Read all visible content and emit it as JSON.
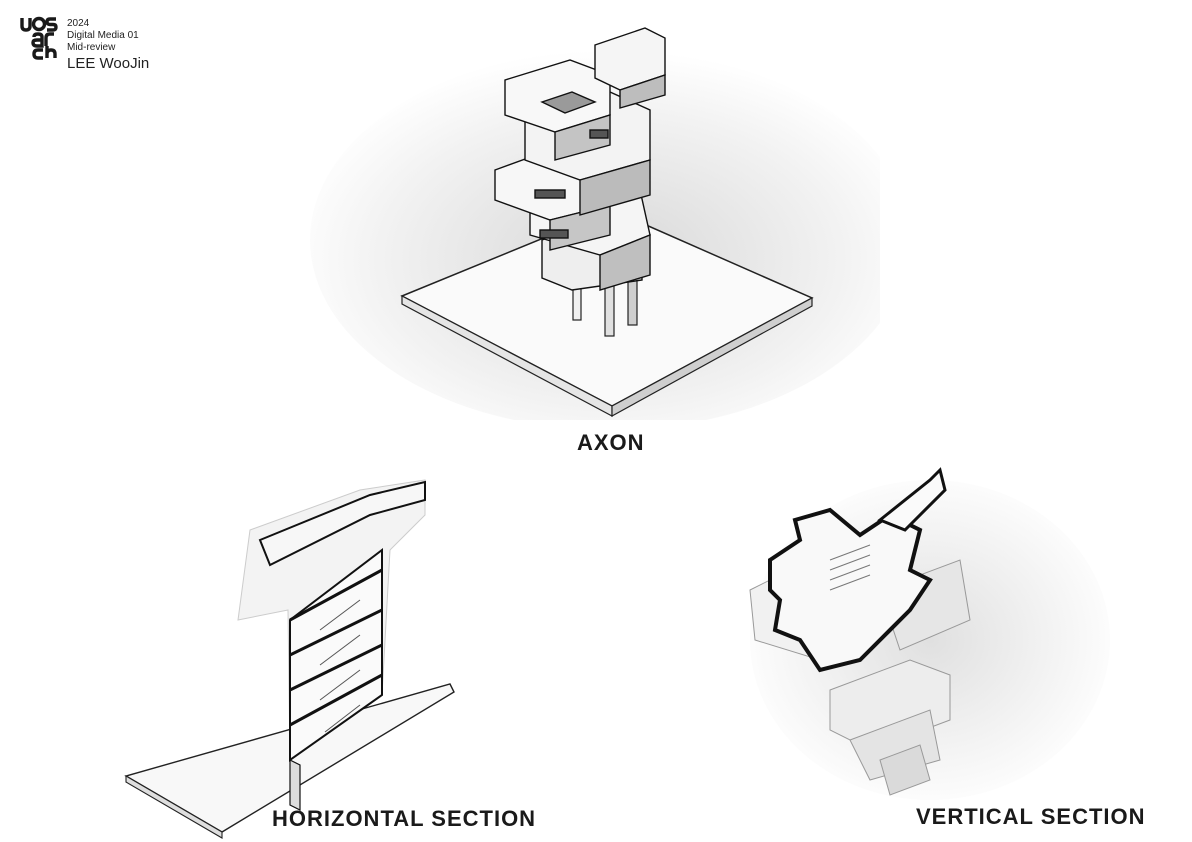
{
  "header": {
    "logo_text": "uos arch",
    "year": "2024",
    "course": "Digital Media 01",
    "stage": "Mid-review",
    "author": "LEE WooJin"
  },
  "captions": {
    "axon": "AXON",
    "horizontal_section": "HORIZONTAL SECTION",
    "vertical_section": "VERTICAL SECTION"
  }
}
